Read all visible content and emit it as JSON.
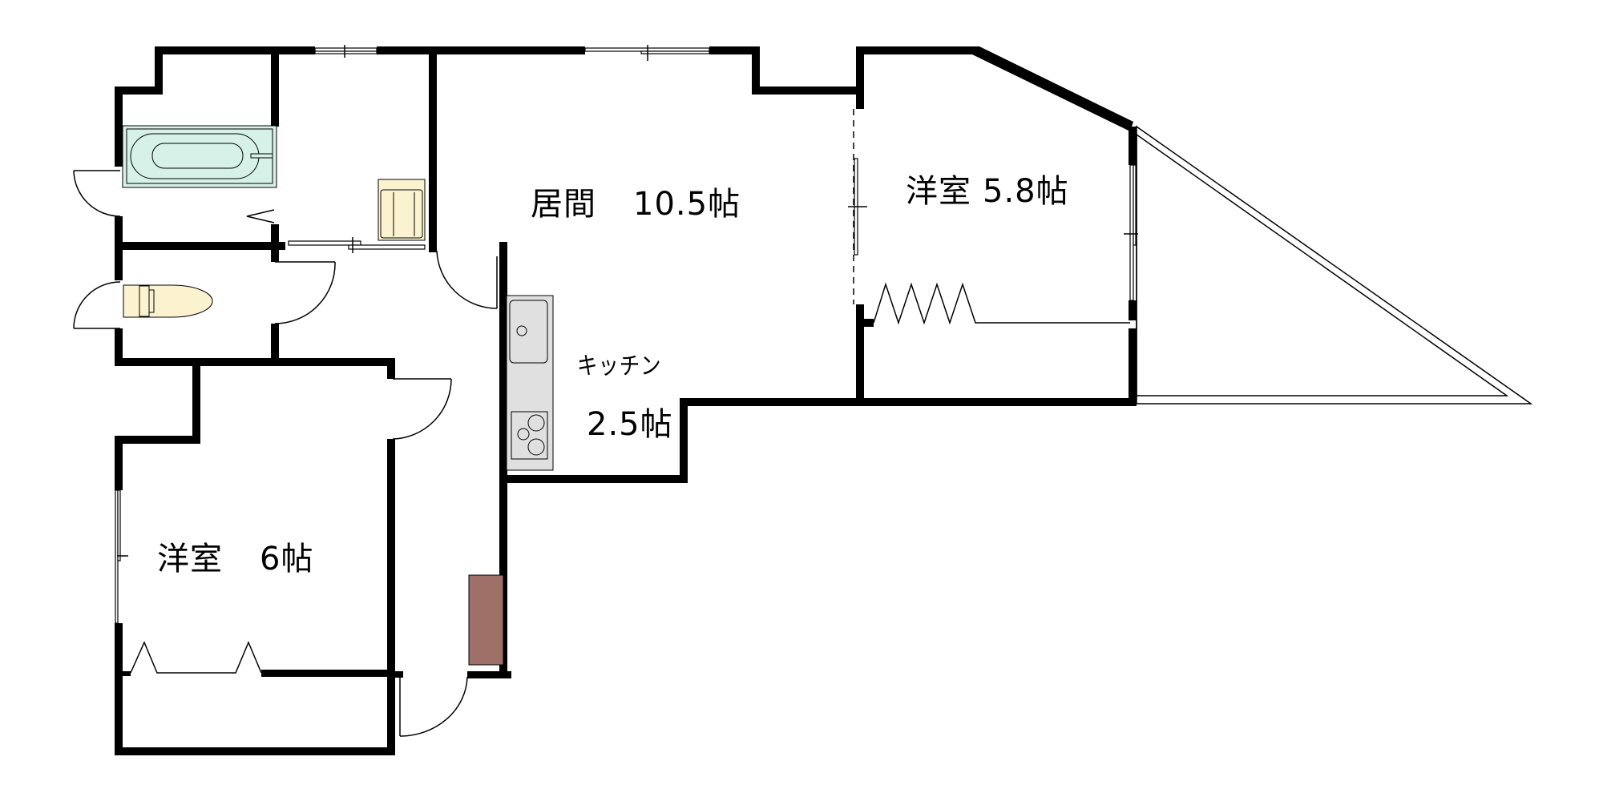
{
  "floorplan": {
    "rooms": [
      {
        "id": "living",
        "name": "居間",
        "size": "10.5帖"
      },
      {
        "id": "kitchen",
        "name": "キッチン",
        "size": "2.5帖"
      },
      {
        "id": "western-room-a",
        "name": "洋室",
        "size": "5.8帖"
      },
      {
        "id": "western-room-b",
        "name": "洋室",
        "size": "6帖"
      }
    ],
    "fixtures": [
      "bathtub",
      "washing-machine",
      "toilet",
      "kitchen-sink",
      "stove",
      "shoe-cabinet"
    ],
    "colors": {
      "wall": "#000000",
      "bathtub": "#D6F1E8",
      "washer": "#FBF3CF",
      "toilet": "#FBF3CF",
      "counter": "#E0E0E0",
      "shoe_cabinet": "#9E7068"
    }
  }
}
